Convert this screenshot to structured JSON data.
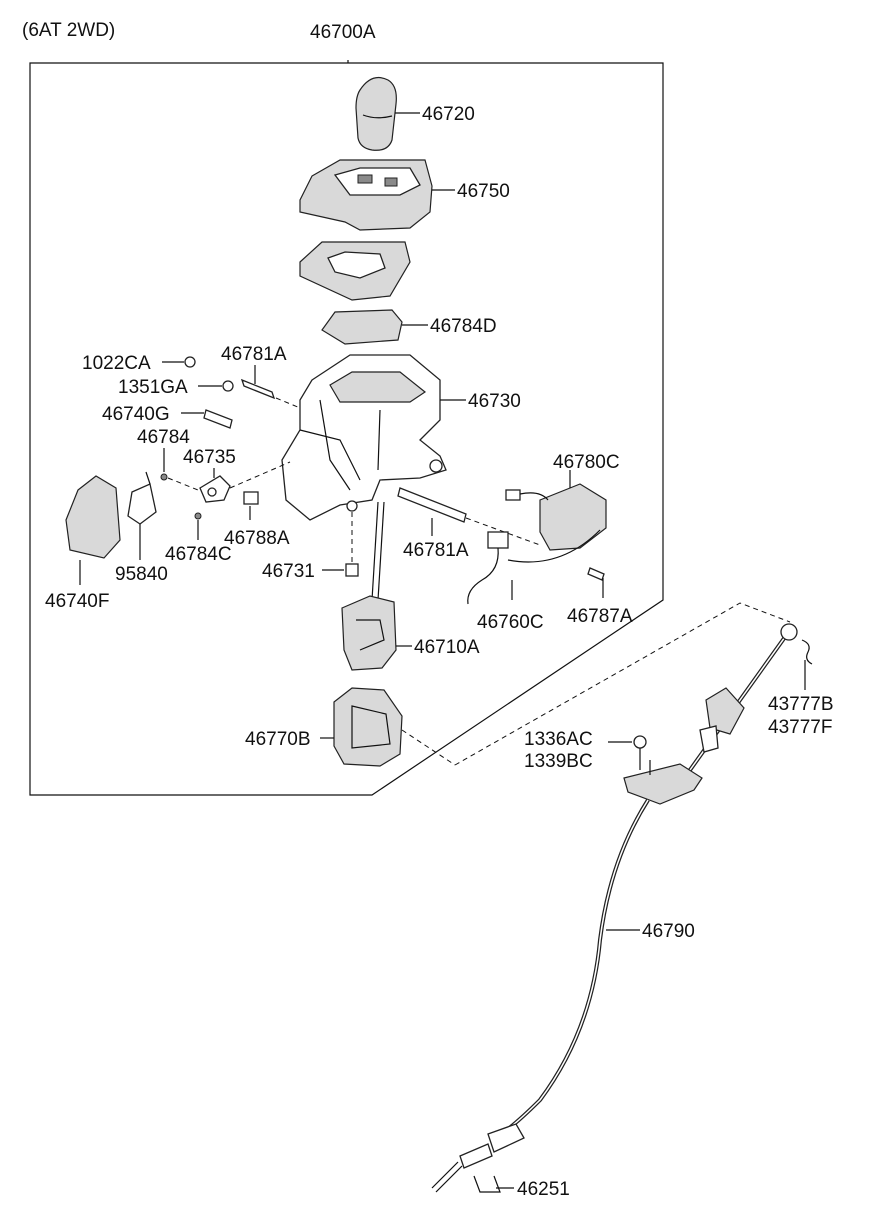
{
  "header": {
    "title": "(6AT 2WD)"
  },
  "parts": {
    "assembly": "46700A",
    "knob": "46720",
    "indicator_cover": "46750",
    "indicator_plate": "46784D",
    "bracket_1022": "1022CA",
    "bolt_1351": "1351GA",
    "pin_upper": "46781A",
    "sleeve": "46740G",
    "pin_small": "46784",
    "lever": "46735",
    "housing": "46730",
    "solenoid": "46780C",
    "cover_f": "46740F",
    "spring": "95840",
    "pin_c": "46784C",
    "bushing": "46788A",
    "shaft": "46781A",
    "clip_731": "46731",
    "connector": "46760C",
    "screw": "46787A",
    "detent": "46710A",
    "base": "46770B",
    "nut_1": "1336AC",
    "nut_2": "1339BC",
    "clip_b": "43777B",
    "clip_f": "43777F",
    "cable": "46790",
    "clip_end": "46251"
  },
  "colors": {
    "ink": "#111111",
    "shade": "#d9d9d9",
    "paper": "#ffffff"
  }
}
